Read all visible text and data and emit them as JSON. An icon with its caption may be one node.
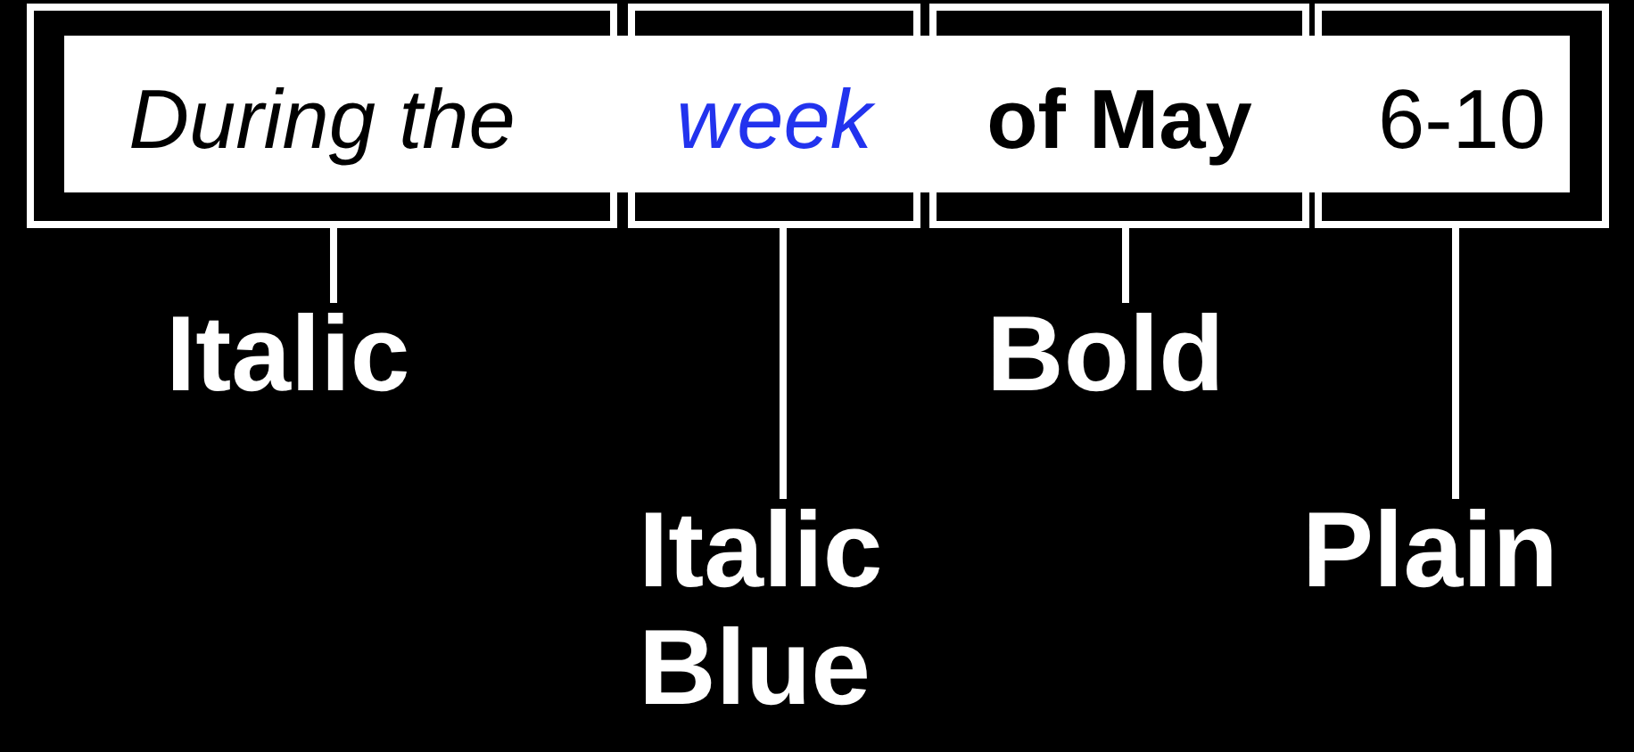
{
  "diagram": {
    "nodes": [
      {
        "text": [
          "During the"
        ]
      },
      {
        "text": [
          "week"
        ]
      },
      {
        "text": [
          "of May"
        ]
      },
      {
        "text": [
          "6-10"
        ]
      },
      {
        "text": [
          "Italic"
        ]
      },
      {
        "text": [
          "Italic Blue"
        ]
      },
      {
        "text": [
          "Bold"
        ]
      },
      {
        "text": [
          "Plain"
        ]
      }
    ],
    "edges": [
      {
        "from": 4,
        "to": 0,
        "arrow": "none"
      },
      {
        "from": 5,
        "to": 1,
        "arrow": "none"
      },
      {
        "from": 6,
        "to": 2,
        "arrow": "none"
      },
      {
        "from": 7,
        "to": 3,
        "arrow": "none"
      }
    ]
  }
}
